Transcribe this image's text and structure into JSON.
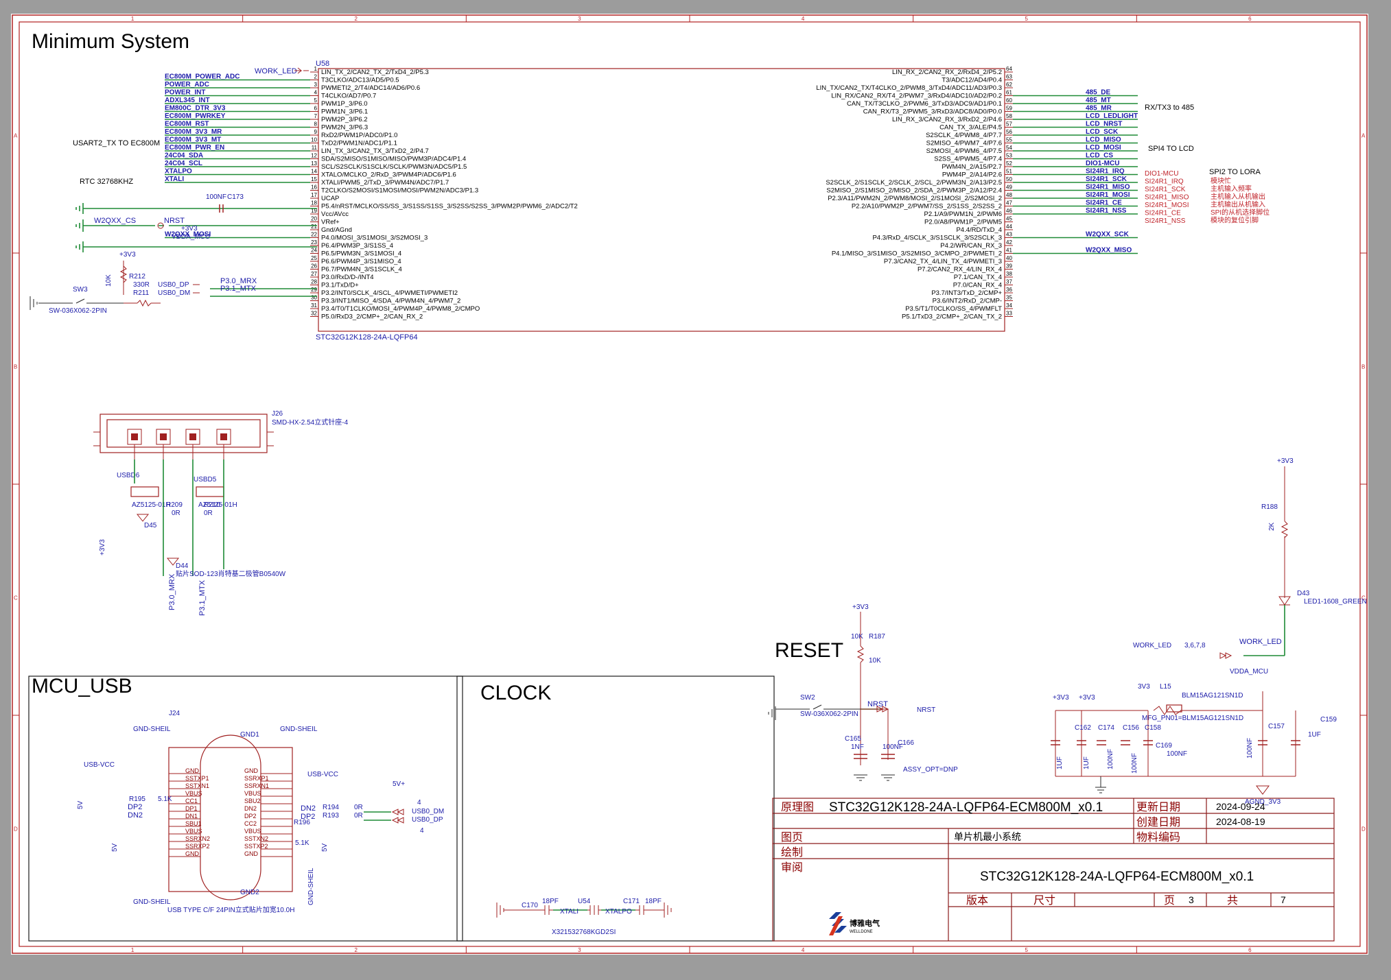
{
  "sections": {
    "minimum_system": "Minimum System",
    "mcu_usb": "MCU_USB",
    "clock": "CLOCK",
    "reset": "RESET"
  },
  "border": {
    "columns": [
      "1",
      "2",
      "3",
      "4",
      "5",
      "6"
    ],
    "rows": [
      "A",
      "B",
      "C",
      "D"
    ]
  },
  "mcu": {
    "ref": "U58",
    "part": "STC32G12K128-24A-LQFP64",
    "left_pins": [
      {
        "num": "1",
        "name": "LIN_TX_2/CAN2_TX_2/TxD4_2/P5.3"
      },
      {
        "num": "2",
        "name": "T3CLKO/ADC13/AD5/P0.5"
      },
      {
        "num": "3",
        "name": "PWMETI2_2/T4/ADC14/AD6/P0.6"
      },
      {
        "num": "4",
        "name": "T4CLKO/AD7/P0.7"
      },
      {
        "num": "5",
        "name": "PWM1P_3/P6.0"
      },
      {
        "num": "6",
        "name": "PWM1N_3/P6.1"
      },
      {
        "num": "7",
        "name": "PWM2P_3/P6.2"
      },
      {
        "num": "8",
        "name": "PWM2N_3/P6.3"
      },
      {
        "num": "9",
        "name": "RxD2/PWM1P/ADC0/P1.0"
      },
      {
        "num": "10",
        "name": "TxD2/PWM1N/ADC1/P1.1"
      },
      {
        "num": "11",
        "name": "LIN_TX_3/CAN2_TX_3/TxD2_2/P4.7"
      },
      {
        "num": "12",
        "name": "SDA/S2MISO/S1MISO/MISO/PWM3P/ADC4/P1.4"
      },
      {
        "num": "13",
        "name": "SCL/S2SCLK/S1SCLK/SCLK/PWM3N/ADC5/P1.5"
      },
      {
        "num": "14",
        "name": "XTALO/MCLKO_2/RxD_3/PWM4P/ADC6/P1.6"
      },
      {
        "num": "15",
        "name": "XTALI/PWM5_2/TxD_3/PWM4N/ADC7/P1.7"
      },
      {
        "num": "16",
        "name": "T2CLKO/S2MOSI/S1MOSI/MOSI/PWM2N/ADC3/P1.3"
      },
      {
        "num": "17",
        "name": "UCAP"
      },
      {
        "num": "18",
        "name": "P5.4/nRST/MCLKO/SS/SS_3/S1SS/S1SS_3/S2SS/S2SS_3/PWM2P/PWM6_2/ADC2/T2"
      },
      {
        "num": "19",
        "name": "Vcc/AVcc"
      },
      {
        "num": "20",
        "name": "VRef+"
      },
      {
        "num": "21",
        "name": "Gnd/AGnd"
      },
      {
        "num": "22",
        "name": "P4.0/MOSI_3/S1MOSI_3/S2MOSI_3"
      },
      {
        "num": "23",
        "name": "P6.4/PWM3P_3/S1SS_4"
      },
      {
        "num": "24",
        "name": "P6.5/PWM3N_3/S1MOSI_4"
      },
      {
        "num": "25",
        "name": "P6.6/PWM4P_3/S1MISO_4"
      },
      {
        "num": "26",
        "name": "P6.7/PWM4N_3/S1SCLK_4"
      },
      {
        "num": "27",
        "name": "P3.0/RxD/D-/INT4"
      },
      {
        "num": "28",
        "name": "P3.1/TxD/D+"
      },
      {
        "num": "29",
        "name": "P3.2/INT0/SCLK_4/SCL_4/PWMETI/PWMETI2"
      },
      {
        "num": "30",
        "name": "P3.3/INT1/MISO_4/SDA_4/PWM4N_4/PWM7_2"
      },
      {
        "num": "31",
        "name": "P3.4/T0/T1CLKO/MOSI_4/PWM4P_4/PWM8_2/CMPO"
      },
      {
        "num": "32",
        "name": "P5.0/RxD3_2/CMP+_2/CAN_RX_2"
      }
    ],
    "right_pins": [
      {
        "num": "64",
        "name": "LIN_RX_2/CAN2_RX_2/RxD4_2/P5.2"
      },
      {
        "num": "63",
        "name": "T3/ADC12/AD4/P0.4"
      },
      {
        "num": "62",
        "name": "LIN_TX/CAN2_TX/T4CLKO_2/PWM8_3/TxD4/ADC11/AD3/P0.3"
      },
      {
        "num": "61",
        "name": "LIN_RX/CAN2_RX/T4_2/PWM7_3/RxD4/ADC10/AD2/P0.2"
      },
      {
        "num": "60",
        "name": "CAN_TX/T3CLKO_2/PWM6_3/TxD3/ADC9/AD1/P0.1"
      },
      {
        "num": "59",
        "name": "CAN_RX/T3_2/PWM5_3/RxD3/ADC8/AD0/P0.0"
      },
      {
        "num": "58",
        "name": "LIN_RX_3/CAN2_RX_3/RxD2_2/P4.6"
      },
      {
        "num": "57",
        "name": "CAN_TX_3/ALE/P4.5"
      },
      {
        "num": "56",
        "name": "S2SCLK_4/PWM8_4/P7.7"
      },
      {
        "num": "55",
        "name": "S2MISO_4/PWM7_4/P7.6"
      },
      {
        "num": "54",
        "name": "S2MOSI_4/PWM6_4/P7.5"
      },
      {
        "num": "53",
        "name": "S2SS_4/PWM5_4/P7.4"
      },
      {
        "num": "52",
        "name": "PWM4N_2/A15/P2.7"
      },
      {
        "num": "51",
        "name": "PWM4P_2/A14/P2.6"
      },
      {
        "num": "50",
        "name": "S2SCLK_2/S1SCLK_2/SCLK_2/SCL_2/PWM3N_2/A13/P2.5"
      },
      {
        "num": "49",
        "name": "S2MISO_2/S1MISO_2/MISO_2/SDA_2/PWM3P_2/A12/P2.4"
      },
      {
        "num": "48",
        "name": "P2.3/A11/PWM2N_2/PWM8/MOSI_2/S1MOSI_2/S2MOSI_2"
      },
      {
        "num": "47",
        "name": "P2.2/A10/PWM2P_2/PWM7/SS_2/S1SS_2/S2SS_2"
      },
      {
        "num": "46",
        "name": "P2.1/A9/PWM1N_2/PWM6"
      },
      {
        "num": "45",
        "name": "P2.0/A8/PWM1P_2/PWM5"
      },
      {
        "num": "44",
        "name": "P4.4/RD/TxD_4"
      },
      {
        "num": "43",
        "name": "P4.3/RxD_4/SCLK_3/S1SCLK_3/S2SCLK_3"
      },
      {
        "num": "42",
        "name": "P4.2/WR/CAN_RX_3"
      },
      {
        "num": "41",
        "name": "P4.1/MISO_3/S1MISO_3/S2MISO_3/CMPO_2/PWMETI_2"
      },
      {
        "num": "40",
        "name": "P7.3/CAN2_TX_4/LIN_TX_4/PWMETI_3"
      },
      {
        "num": "39",
        "name": "P7.2/CAN2_RX_4/LIN_RX_4"
      },
      {
        "num": "38",
        "name": "P7.1/CAN_TX_4"
      },
      {
        "num": "37",
        "name": "P7.0/CAN_RX_4"
      },
      {
        "num": "36",
        "name": "P3.7/INT3/TxD_2/CMP+"
      },
      {
        "num": "35",
        "name": "P3.6/INT2/RxD_2/CMP-"
      },
      {
        "num": "34",
        "name": "P3.5/T1/T0CLKO/SS_4/PWMFLT"
      },
      {
        "num": "33",
        "name": "P5.1/TxD3_2/CMP+_2/CAN_TX_2"
      }
    ],
    "left_nets": [
      {
        "pin": 2,
        "name": "EC800M_POWER_ADC"
      },
      {
        "pin": 3,
        "name": "POWER_ADC"
      },
      {
        "pin": 4,
        "name": "POWER_INT"
      },
      {
        "pin": 5,
        "name": "ADXL345_INT"
      },
      {
        "pin": 6,
        "name": "EM800C_DTR_3V3"
      },
      {
        "pin": 7,
        "name": "EC800M_PWRKEY"
      },
      {
        "pin": 8,
        "name": "EC800M_RST"
      },
      {
        "pin": 9,
        "name": "EC800M_3V3_MR"
      },
      {
        "pin": 10,
        "name": "EC800M_3V3_MT"
      },
      {
        "pin": 11,
        "name": "EC800M_PWR_EN"
      },
      {
        "pin": 12,
        "name": "24C04_SDA"
      },
      {
        "pin": 13,
        "name": "24C04_SCL"
      },
      {
        "pin": 14,
        "name": "XTALPO"
      },
      {
        "pin": 15,
        "name": "XTALI"
      },
      {
        "pin": 22,
        "name": "W2QXX_MOSI"
      }
    ],
    "right_nets": [
      {
        "pin": 61,
        "name": "485_DE"
      },
      {
        "pin": 60,
        "name": "485_MT"
      },
      {
        "pin": 59,
        "name": "485_MR"
      },
      {
        "pin": 58,
        "name": "LCD_LEDLIGHT"
      },
      {
        "pin": 57,
        "name": "LCD_NRST"
      },
      {
        "pin": 56,
        "name": "LCD_SCK"
      },
      {
        "pin": 55,
        "name": "LCD_MISO"
      },
      {
        "pin": 54,
        "name": "LCD_MOSI"
      },
      {
        "pin": 53,
        "name": "LCD_CS"
      },
      {
        "pin": 52,
        "name": "DIO1-MCU"
      },
      {
        "pin": 51,
        "name": "SI24R1_IRQ"
      },
      {
        "pin": 50,
        "name": "SI24R1_SCK"
      },
      {
        "pin": 49,
        "name": "SI24R1_MISO"
      },
      {
        "pin": 48,
        "name": "SI24R1_MOSI"
      },
      {
        "pin": 47,
        "name": "SI24R1_CE"
      },
      {
        "pin": 46,
        "name": "SI24R1_NSS"
      },
      {
        "pin": 43,
        "name": "W2QXX_SCK"
      },
      {
        "pin": 41,
        "name": "W2QXX_MISO"
      }
    ]
  },
  "notes": {
    "work_led": "WORK_LED",
    "usart2": "USART2_TX TO EC800M",
    "rtc": "RTC   32768KHZ",
    "rx_tx3": "RX/TX3    to 485",
    "spi4": "SPI4  TO  LCD",
    "spi2": "SPI2  TO  LORA",
    "lora_red": [
      "DIO1-MCU",
      "SI24R1_IRQ",
      "SI24R1_SCK",
      "SI24R1_MISO",
      "SI24R1_MOSI",
      "SI24R1_CE",
      "SI24R1_NSS"
    ],
    "lora_desc": [
      "模块忙",
      "主机输入频率",
      "主机输入从机输出",
      "主机输出从机输入",
      "SPI的从机选择脚位",
      "模块的复位引脚"
    ]
  },
  "left_parts": {
    "c173": "C173",
    "c173_val": "100NF",
    "w2qxx_cs": "W2QXX_CS",
    "nrst": "NRST",
    "p3v3": "+3V3",
    "vdda_mcu": "VDDA_MCU",
    "r212": "R212",
    "r212_val": "330R",
    "r211": "R211",
    "r_10k": "10K",
    "sw3": "SW3",
    "sw3_part": "SW-036X062-2PIN",
    "usb0_dp": "USB0_DP",
    "usb0_dm": "USB0_DM",
    "p30_mrx": "P3.0_MRX",
    "p31_mtx": "P3.1_MTX"
  },
  "j26": {
    "ref": "J26",
    "part": "SMD-HX-2.54立式针座-4",
    "usbd6": "USBD6",
    "usbd5": "USBD5",
    "az1": "AZ5125-01H",
    "az2": "AZ5125-01H",
    "r209": "R209",
    "r210": "R210",
    "r_0r": "0R",
    "d45": "D45",
    "d44": "D44",
    "d44_part": "贴片SOD-123肖特基二极管B0540W",
    "p3v3": "+3V3",
    "p30_mrx": "P3.0_MRX",
    "p31_mtx": "P3.1_MTX"
  },
  "led": {
    "p3v3": "+3V3",
    "r188": "R188",
    "r188_val": "2K",
    "d43": "D43",
    "d43_part": "LED1-1608_GREEN",
    "work_led": "WORK_LED",
    "work_led_pages": "3,6,7,8"
  },
  "reset": {
    "p3v3": "+3V3",
    "r187": "R187",
    "r187_val": "10K",
    "r_10k": "10K",
    "sw2": "SW2",
    "sw2_part": "SW-036X062-2PIN",
    "nrst": "NRST",
    "c165": "C165",
    "c165_val": "1NF",
    "c166": "C166",
    "c166_val": "100NF",
    "assy": "ASSY_OPT=DNP"
  },
  "power": {
    "p3v3a": "+3V3",
    "p3v3b": "+3V3",
    "p3v3c": "3V3",
    "l15": "L15",
    "l15_part": "BLM15AG121SN1D",
    "mfg": "MFG_PN01=BLM15AG121SN1D",
    "vdda_mcu": "VDDA_MCU",
    "c162": "C162",
    "c174": "C174",
    "c156": "C156",
    "c158": "C158",
    "c169": "C169",
    "c169_val": "100NF",
    "c157": "C157",
    "c159": "C159",
    "v_1uf": "1UF",
    "v_100nf": "100NF",
    "agnd": "AGND_3V3"
  },
  "usb": {
    "ref": "J24",
    "part": "USB TYPE C/F 24PIN立式贴片加宽10.0H",
    "gnd_sheil": "GND-SHEIL",
    "usb_vcc": "USB-VCC",
    "v5": "5V",
    "v5p": "5V+",
    "r195": "R195",
    "r196": "R196",
    "r194": "R194",
    "r193": "R193",
    "r_51k": "5.1K",
    "r_0r": "0R",
    "dp2": "DP2",
    "dn2": "DN2",
    "usb0_dm": "USB0_DM",
    "usb0_dp": "USB0_DP",
    "pin4": "4",
    "left_pins": [
      "GND",
      "SSTXP1",
      "SSTXN1",
      "VBUS",
      "CC1",
      "DP1",
      "DN1",
      "SBU1",
      "VBUS",
      "SSRXN2",
      "SSRXP2",
      "GND"
    ],
    "right_pins": [
      "GND",
      "SSRXP1",
      "SSRXN1",
      "VBUS",
      "SBU2",
      "DN2",
      "DP2",
      "CC2",
      "VBUS",
      "SSTXN2",
      "SSTXP2",
      "GND"
    ],
    "gnd1": "GND1",
    "gnd2": "GND2"
  },
  "clock": {
    "u54": "U54",
    "part": "X321532768KGD2SI",
    "c170": "C170",
    "c171": "C171",
    "v_18pf": "18PF",
    "xtali": "XTALI",
    "xtalpo": "XTALPO"
  },
  "title_block": {
    "label_schematic": "原理图",
    "project": "STC32G12K128-24A-LQFP64-ECM800M_x0.1",
    "label_update": "更新日期",
    "update_date": "2024-09-24",
    "label_create": "创建日期",
    "create_date": "2024-08-19",
    "label_page": "图页",
    "page_name": "单片机最小系统",
    "label_material": "物料编码",
    "label_draw": "绘制",
    "label_review": "审阅",
    "big_title": "STC32G12K128-24A-LQFP64-ECM800M_x0.1",
    "label_version": "版本",
    "label_size": "尺寸",
    "label_pg": "页",
    "page_no": "3",
    "label_total": "共",
    "total": "7",
    "logo_cn": "博雅电气",
    "logo_en": "WELLDONE"
  },
  "colors": {
    "frame": "#b02020",
    "wire": "#1d8a35",
    "net_label": "#1a1aa8",
    "note_red": "#c0232a"
  }
}
